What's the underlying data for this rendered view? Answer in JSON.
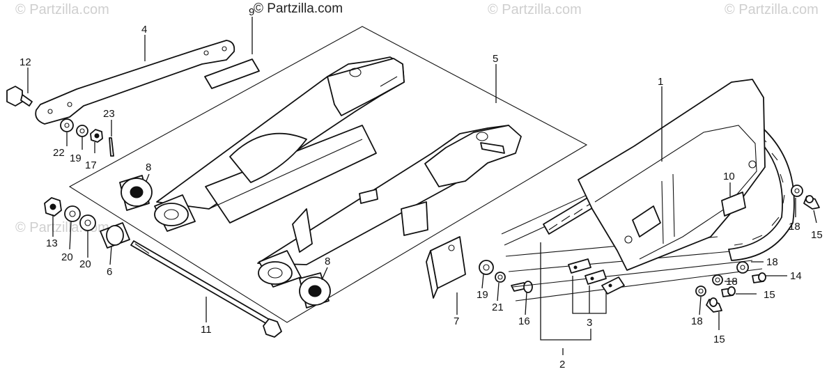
{
  "header": {
    "watermark_text": "© Partzilla.com"
  },
  "watermarks": [
    "© Partzilla.com",
    "© Partzilla.com",
    "© Partzilla.com",
    "© Partzilla.com"
  ],
  "diagram": {
    "callouts": {
      "c1": "1",
      "c2": "2",
      "c3": "3",
      "c4": "4",
      "c5": "5",
      "c6": "6",
      "c7": "7",
      "c8a": "8",
      "c8b": "8",
      "c9": "9",
      "c10": "10",
      "c11": "11",
      "c12": "12",
      "c13": "13",
      "c14": "14",
      "c15a": "15",
      "c15b": "15",
      "c15c": "15",
      "c16": "16",
      "c17": "17",
      "c18a": "18",
      "c18b": "18",
      "c18c": "18",
      "c18d": "18",
      "c19a": "19",
      "c19b": "19",
      "c20a": "20",
      "c20b": "20",
      "c21": "21",
      "c22": "22",
      "c23": "23"
    }
  }
}
